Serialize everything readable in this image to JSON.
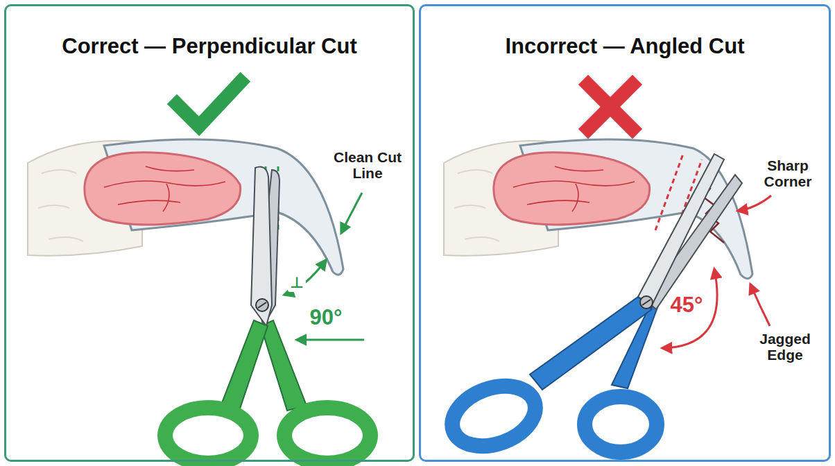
{
  "diagram": {
    "nodes": [
      {
        "text": [
          "Correct — Perpendicular Cut"
        ]
      },
      {
        "text": [
          "Incorrect — Angled Cut"
        ]
      }
    ],
    "labels": [
      "Clean Cut Line",
      "⊥",
      "90°",
      "Sharp Corner",
      "Jagged Edge",
      "45°"
    ]
  }
}
